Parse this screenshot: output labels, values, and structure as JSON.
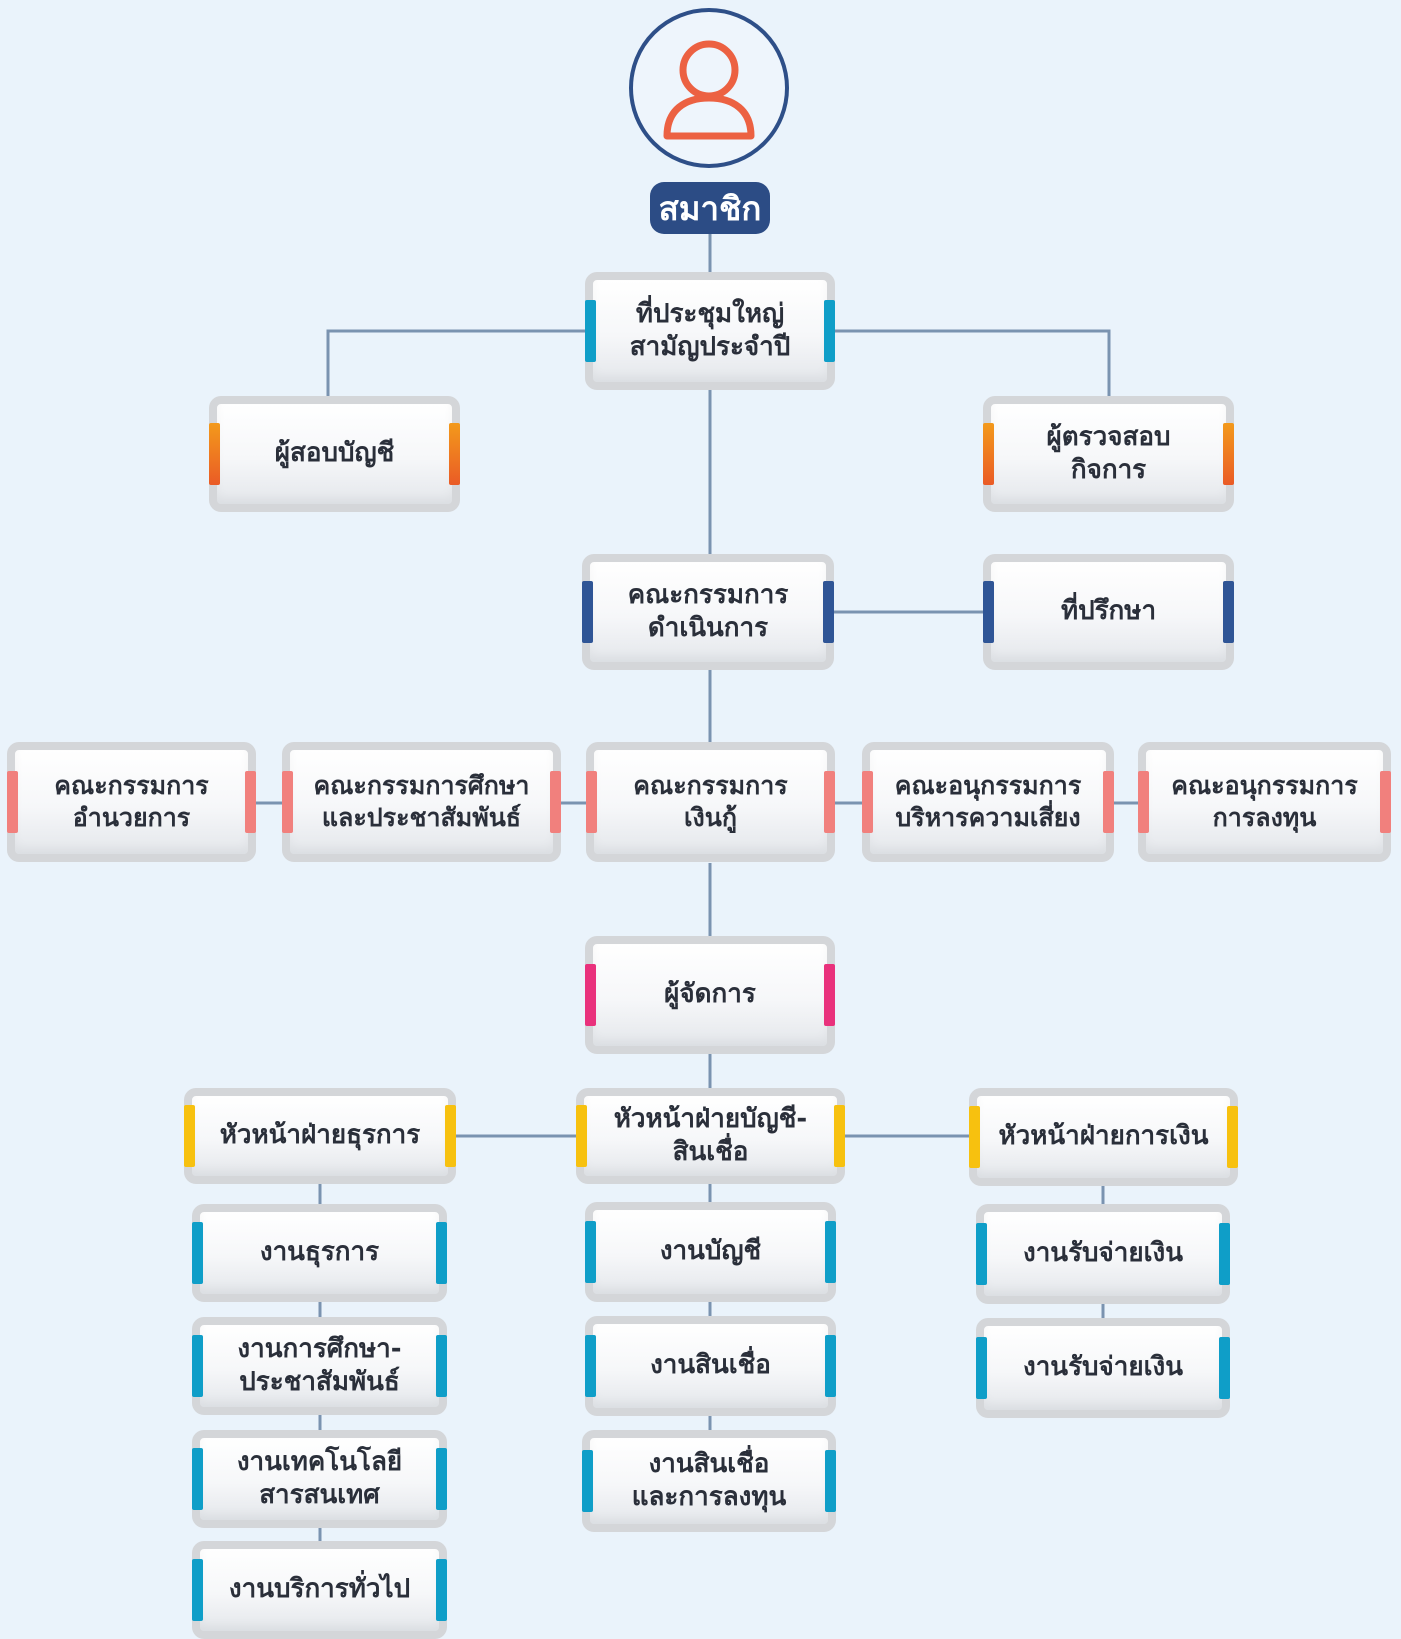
{
  "member": {
    "label": "สมาชิก",
    "icon": "person-icon"
  },
  "general_meeting": {
    "label": "ที่ประชุมใหญ่\nสามัญประจำปี"
  },
  "auditor": {
    "label": "ผู้สอบบัญชี"
  },
  "business_inspector": {
    "label": "ผู้ตรวจสอบ\nกิจการ"
  },
  "board": {
    "label": "คณะกรรมการ\nดำเนินการ"
  },
  "advisor": {
    "label": "ที่ปรึกษา"
  },
  "committees": [
    {
      "label": "คณะกรรมการ\nอำนวยการ"
    },
    {
      "label": "คณะกรรมการศึกษา\nและประชาสัมพันธ์"
    },
    {
      "label": "คณะกรรมการ\nเงินกู้"
    },
    {
      "label": "คณะอนุกรรมการ\nบริหารความเสี่ยง"
    },
    {
      "label": "คณะอนุกรรมการ\nการลงทุน"
    }
  ],
  "manager": {
    "label": "ผู้จัดการ"
  },
  "divisions": [
    {
      "head": "หัวหน้าฝ่ายธุรการ",
      "units": [
        "งานธุรการ",
        "งานการศึกษา-\nประชาสัมพันธ์",
        "งานเทคโนโลยี\nสารสนเทศ",
        "งานบริการทั่วไป"
      ]
    },
    {
      "head": "หัวหน้าฝ่ายบัญชี-\nสินเชื่อ",
      "units": [
        "งานบัญชี",
        "งานสินเชื่อ",
        "งานสินเชื่อ\nและการลงทุน"
      ]
    },
    {
      "head": "หัวหน้าฝ่ายการเงิน",
      "units": [
        "งานรับจ่ายเงิน",
        "งานรับจ่ายเงิน"
      ]
    }
  ],
  "colors": {
    "background": "#eaf3fb",
    "connector": "#7a93b0",
    "member_badge": "#2c4c85",
    "member_icon": "#ec6142",
    "tab_cyan": "#0f9ec8",
    "tab_orange": "#f39a1b",
    "tab_navy": "#2f5596",
    "tab_salmon": "#f1807d",
    "tab_pink": "#e9317c",
    "tab_yellow": "#f7c10f"
  }
}
